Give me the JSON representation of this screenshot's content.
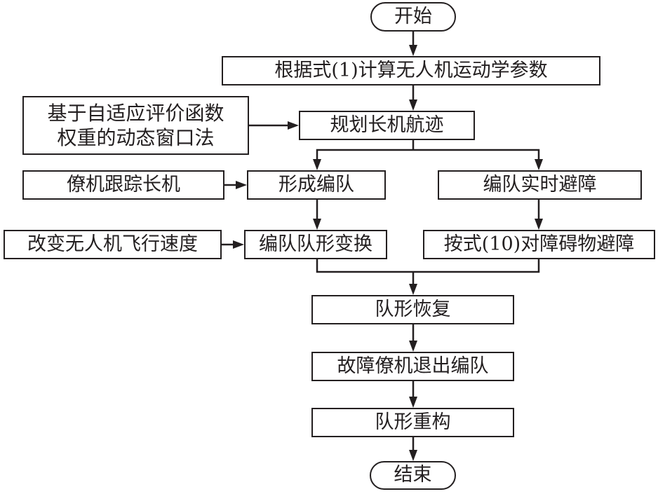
{
  "diagram": {
    "type": "flowchart",
    "nodes": {
      "start": "开始",
      "compute_params": "根据式(1)计算无人机运动学参数",
      "dwa_method": "基于自适应评价函数权重的动态窗口法",
      "dwa_method_line1": "基于自适应评价函数",
      "dwa_method_line2": "权重的动态窗口法",
      "plan_leader_path": "规划长机航迹",
      "wingman_track_leader": "僚机跟踪长机",
      "form_formation": "形成编队",
      "realtime_avoidance": "编队实时避障",
      "change_speed": "改变无人机飞行速度",
      "formation_transform": "编队队形变换",
      "avoid_by_eq10": "按式(10)对障碍物避障",
      "formation_recovery": "队形恢复",
      "faulty_wingman_exit": "故障僚机退出编队",
      "formation_reconstruct": "队形重构",
      "end": "结束"
    },
    "edges": [
      {
        "from": "start",
        "to": "compute_params"
      },
      {
        "from": "compute_params",
        "to": "plan_leader_path"
      },
      {
        "from": "dwa_method",
        "to": "plan_leader_path"
      },
      {
        "from": "plan_leader_path",
        "to": "form_formation"
      },
      {
        "from": "plan_leader_path",
        "to": "realtime_avoidance"
      },
      {
        "from": "wingman_track_leader",
        "to": "form_formation"
      },
      {
        "from": "form_formation",
        "to": "formation_transform"
      },
      {
        "from": "realtime_avoidance",
        "to": "avoid_by_eq10"
      },
      {
        "from": "change_speed",
        "to": "formation_transform"
      },
      {
        "from": "formation_transform",
        "to": "formation_recovery"
      },
      {
        "from": "avoid_by_eq10",
        "to": "formation_recovery"
      },
      {
        "from": "formation_recovery",
        "to": "faulty_wingman_exit"
      },
      {
        "from": "faulty_wingman_exit",
        "to": "formation_reconstruct"
      },
      {
        "from": "formation_reconstruct",
        "to": "end"
      }
    ]
  }
}
